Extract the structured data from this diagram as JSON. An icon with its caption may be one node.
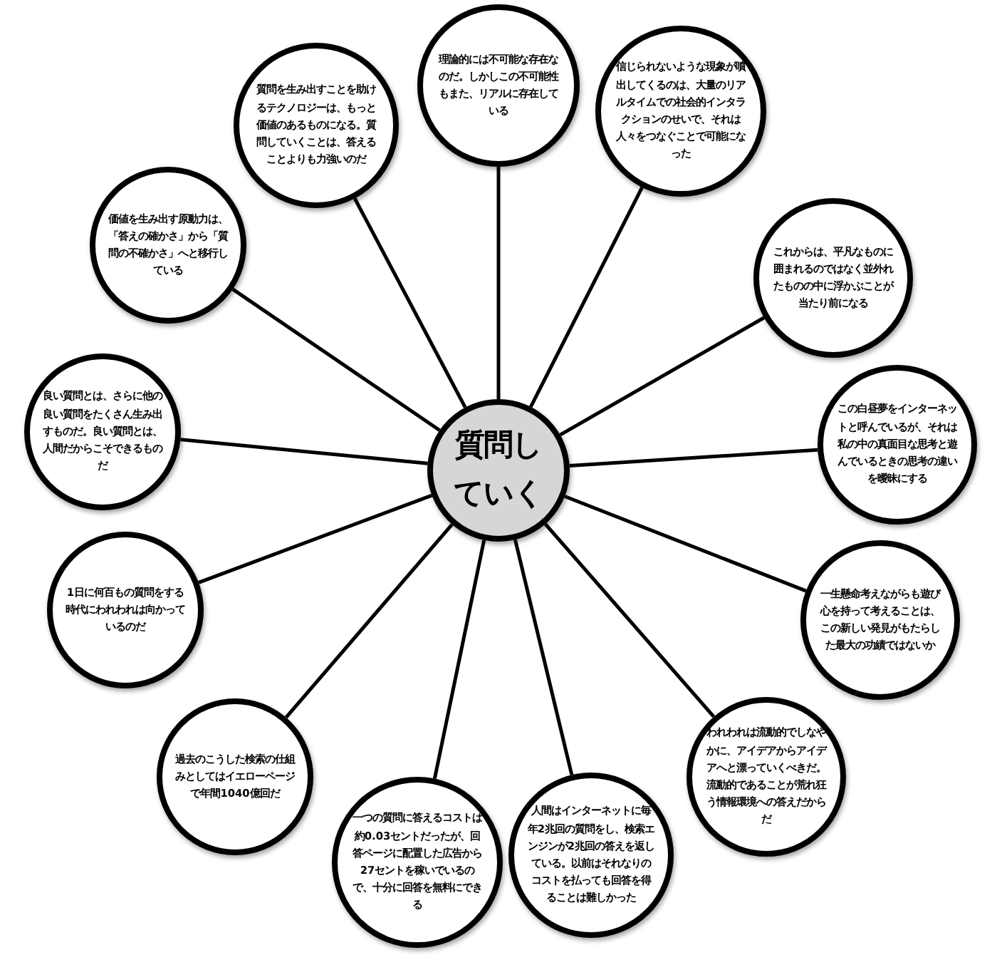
{
  "diagram": {
    "nodes": [
      {
        "text": [
          "質問していく"
        ]
      },
      {
        "text": [
          "理論的には不可能な存在なのだ。しかしこの不可能性もまた、リアルに存在している"
        ]
      },
      {
        "text": [
          "信じられないような現象が噴出してくるのは、大量のリアルタイムでの社会的インタラクションのせいで、それは人々をつなぐことで可能になった"
        ]
      },
      {
        "text": [
          "これからは、平凡なものに囲まれるのではなく並外れたものの中に浮かぶことが当たり前になる"
        ]
      },
      {
        "text": [
          "この白昼夢をインターネットと呼んでいるが、それは私の中の真面目な思考と遊んでいるときの思考の違いを曖昧にする"
        ]
      },
      {
        "text": [
          "一生懸命考えながらも遊び心を持って考えることは、この新しい発見がもたらした最大の功績ではないか"
        ]
      },
      {
        "text": [
          "われわれは流動的でしなやかに、アイデアからアイデアへと漂っていくべきだ。流動的であることが荒れ狂う情報環境への答えだからだ"
        ]
      },
      {
        "text": [
          "人間はインターネットに毎年2兆回の質問をし、検索エンジンが2兆回の答えを返している。以前はそれなりのコストを払っても回答を得ることは難しかった"
        ]
      },
      {
        "text": [
          "一つの質問に答えるコストは約0.03セントだったが、回答ページに配置した広告から27セントを稼いでいるので、十分に回答を無料にできる"
        ]
      },
      {
        "text": [
          "過去のこうした検索の仕組みとしてはイエローページで年間1040億回だ"
        ]
      },
      {
        "text": [
          "1日に何百もの質問をする時代にわれわれは向かっているのだ"
        ]
      },
      {
        "text": [
          "良い質問とは、さらに他の良い質問をたくさん生み出すものだ。良い質問とは、人間だからこそできるものだ"
        ]
      },
      {
        "text": [
          "価値を生み出す原動力は、「答えの確かさ」から「質問の不確かさ」へと移行している"
        ]
      },
      {
        "text": [
          "質問を生み出すことを助けるテクノロジーは、もっと価値のあるものになる。質問していくことは、答えることよりも力強いのだ"
        ]
      }
    ],
    "edges": [
      {
        "from": 0,
        "to": 1,
        "arrow": "none"
      },
      {
        "from": 0,
        "to": 2,
        "arrow": "none"
      },
      {
        "from": 0,
        "to": 3,
        "arrow": "none"
      },
      {
        "from": 0,
        "to": 4,
        "arrow": "none"
      },
      {
        "from": 0,
        "to": 5,
        "arrow": "none"
      },
      {
        "from": 0,
        "to": 6,
        "arrow": "none"
      },
      {
        "from": 0,
        "to": 7,
        "arrow": "none"
      },
      {
        "from": 0,
        "to": 8,
        "arrow": "none"
      },
      {
        "from": 0,
        "to": 9,
        "arrow": "none"
      },
      {
        "from": 0,
        "to": 10,
        "arrow": "none"
      },
      {
        "from": 0,
        "to": 11,
        "arrow": "none"
      },
      {
        "from": 0,
        "to": 12,
        "arrow": "none"
      },
      {
        "from": 0,
        "to": 13,
        "arrow": "none"
      }
    ]
  }
}
